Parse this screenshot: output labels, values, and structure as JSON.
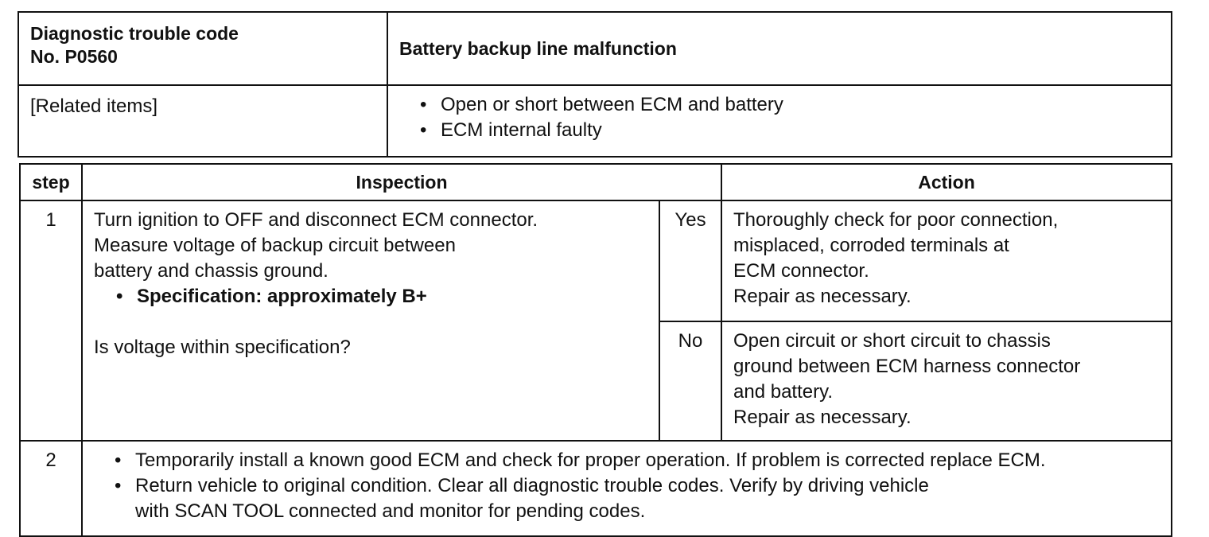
{
  "header": {
    "code_label_line1": "Diagnostic trouble code",
    "code_label_line2": "No.  P0560",
    "title": "Battery backup line malfunction",
    "related_label": "[Related items]",
    "related_items": [
      "Open or short between ECM and battery",
      "ECM internal faulty"
    ]
  },
  "steps_table": {
    "columns": {
      "step": "step",
      "inspection": "Inspection",
      "action": "Action"
    },
    "steps": [
      {
        "number": "1",
        "inspection_lines": [
          "Turn ignition to OFF and disconnect ECM connector.",
          "Measure voltage of backup circuit between",
          "battery and chassis ground."
        ],
        "specification": "Specification: approximately B+",
        "question": "Is voltage within specification?",
        "yes_label": "Yes",
        "yes_action_lines": [
          "Thoroughly check for poor connection,",
          "misplaced, corroded terminals at",
          "ECM connector.",
          "Repair as necessary."
        ],
        "no_label": "No",
        "no_action_lines": [
          "Open circuit or short circuit to chassis",
          "ground between ECM harness connector",
          "and battery.",
          "Repair as necessary."
        ]
      },
      {
        "number": "2",
        "bullets": [
          "Temporarily install a known good ECM and check for proper operation. If problem is corrected replace ECM.",
          "Return vehicle to original condition. Clear all diagnostic trouble codes. Verify by driving vehicle",
          "with SCAN TOOL connected and monitor for pending codes."
        ]
      }
    ]
  }
}
